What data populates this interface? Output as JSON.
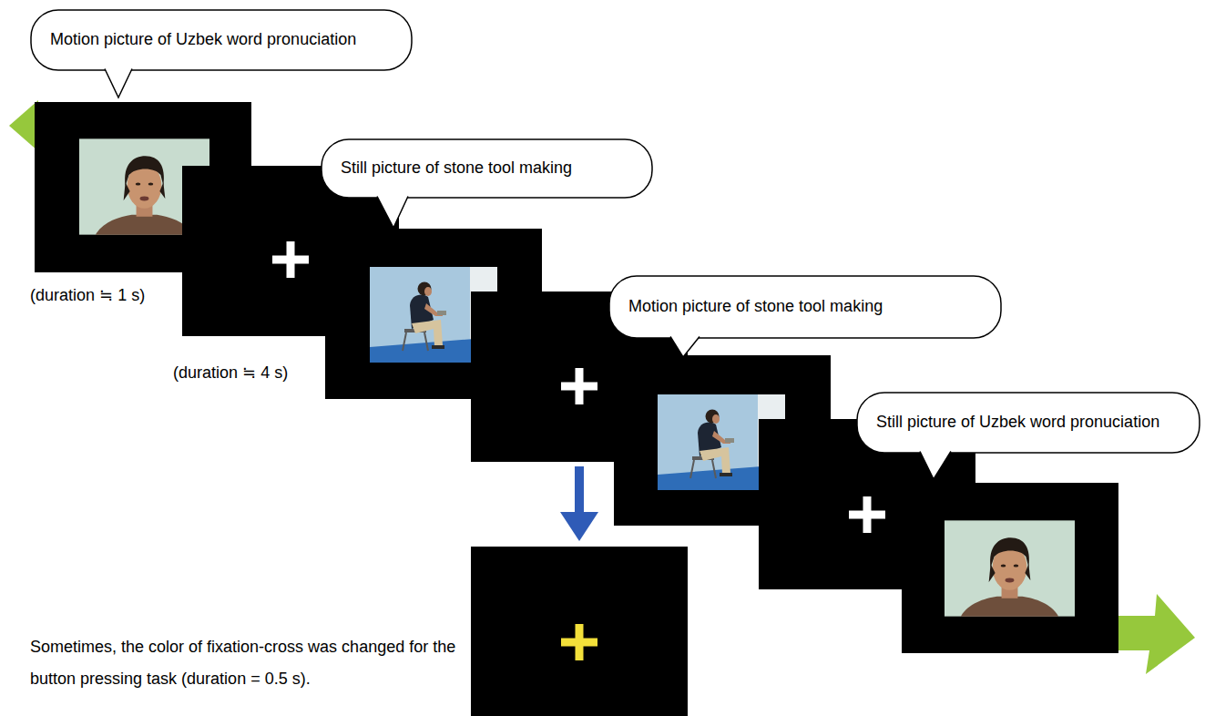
{
  "diagram": {
    "nodes": [
      {
        "text": [
          "Motion picture of Uzbek word pronuciation"
        ]
      },
      {
        "text": [
          "Still picture of stone tool making"
        ]
      },
      {
        "text": [
          "Motion picture of stone tool making"
        ]
      },
      {
        "text": [
          "Still picture of Uzbek word pronuciation"
        ]
      }
    ],
    "labels": [
      "(duration ≒ 1 s)",
      "(duration ≒ 4 s)",
      "Sometimes, the color of fixation-cross was changed for the button pressing task (duration = 0.5 s)."
    ]
  }
}
